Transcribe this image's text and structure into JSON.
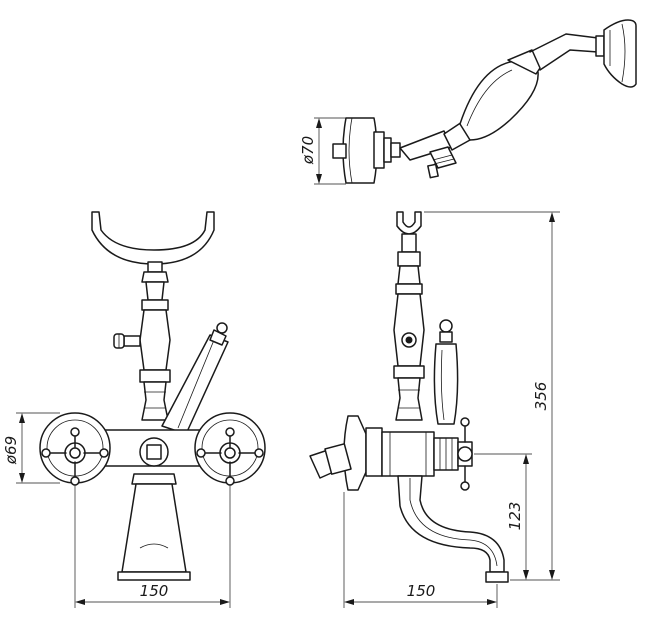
{
  "dimensions": {
    "shower_head_diameter": "ø70",
    "flange_diameter": "ø69",
    "front_width": "150",
    "side_depth": "150",
    "total_height": "356",
    "spout_height": "123"
  },
  "colors": {
    "line": "#1a1a1a",
    "background": "#ffffff"
  }
}
